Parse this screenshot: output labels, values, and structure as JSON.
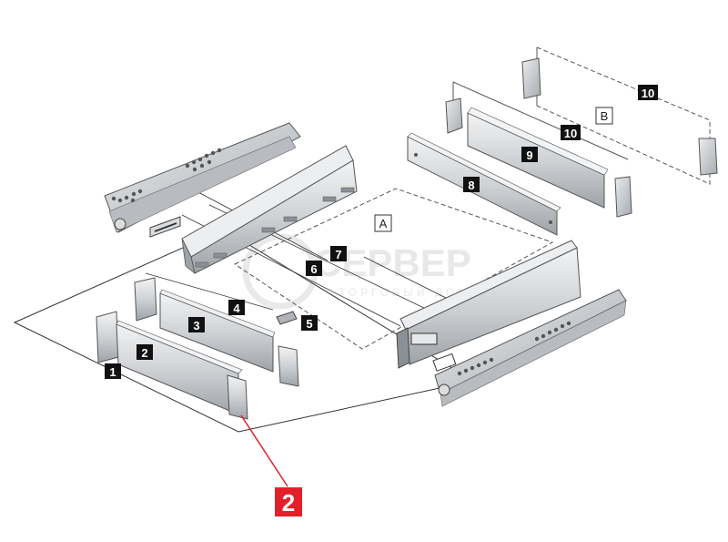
{
  "diagram": {
    "part_labels": {
      "p1": "1",
      "p2": "2",
      "p3": "3",
      "p4": "4",
      "p5": "5",
      "p6": "6",
      "p7": "7",
      "p8": "8",
      "p9": "9",
      "p10a": "10",
      "p10b": "10"
    },
    "area_labels": {
      "a": "A",
      "b": "B"
    },
    "highlight_label": "2",
    "watermark": {
      "title": "СЕРВЕР",
      "subtitle": "ТОРГОВЫЙ ДОМ"
    },
    "colors": {
      "label_bg": "#111111",
      "highlight": "#e3202a",
      "metal": "#c9ccd0",
      "outline": "#555555"
    }
  }
}
